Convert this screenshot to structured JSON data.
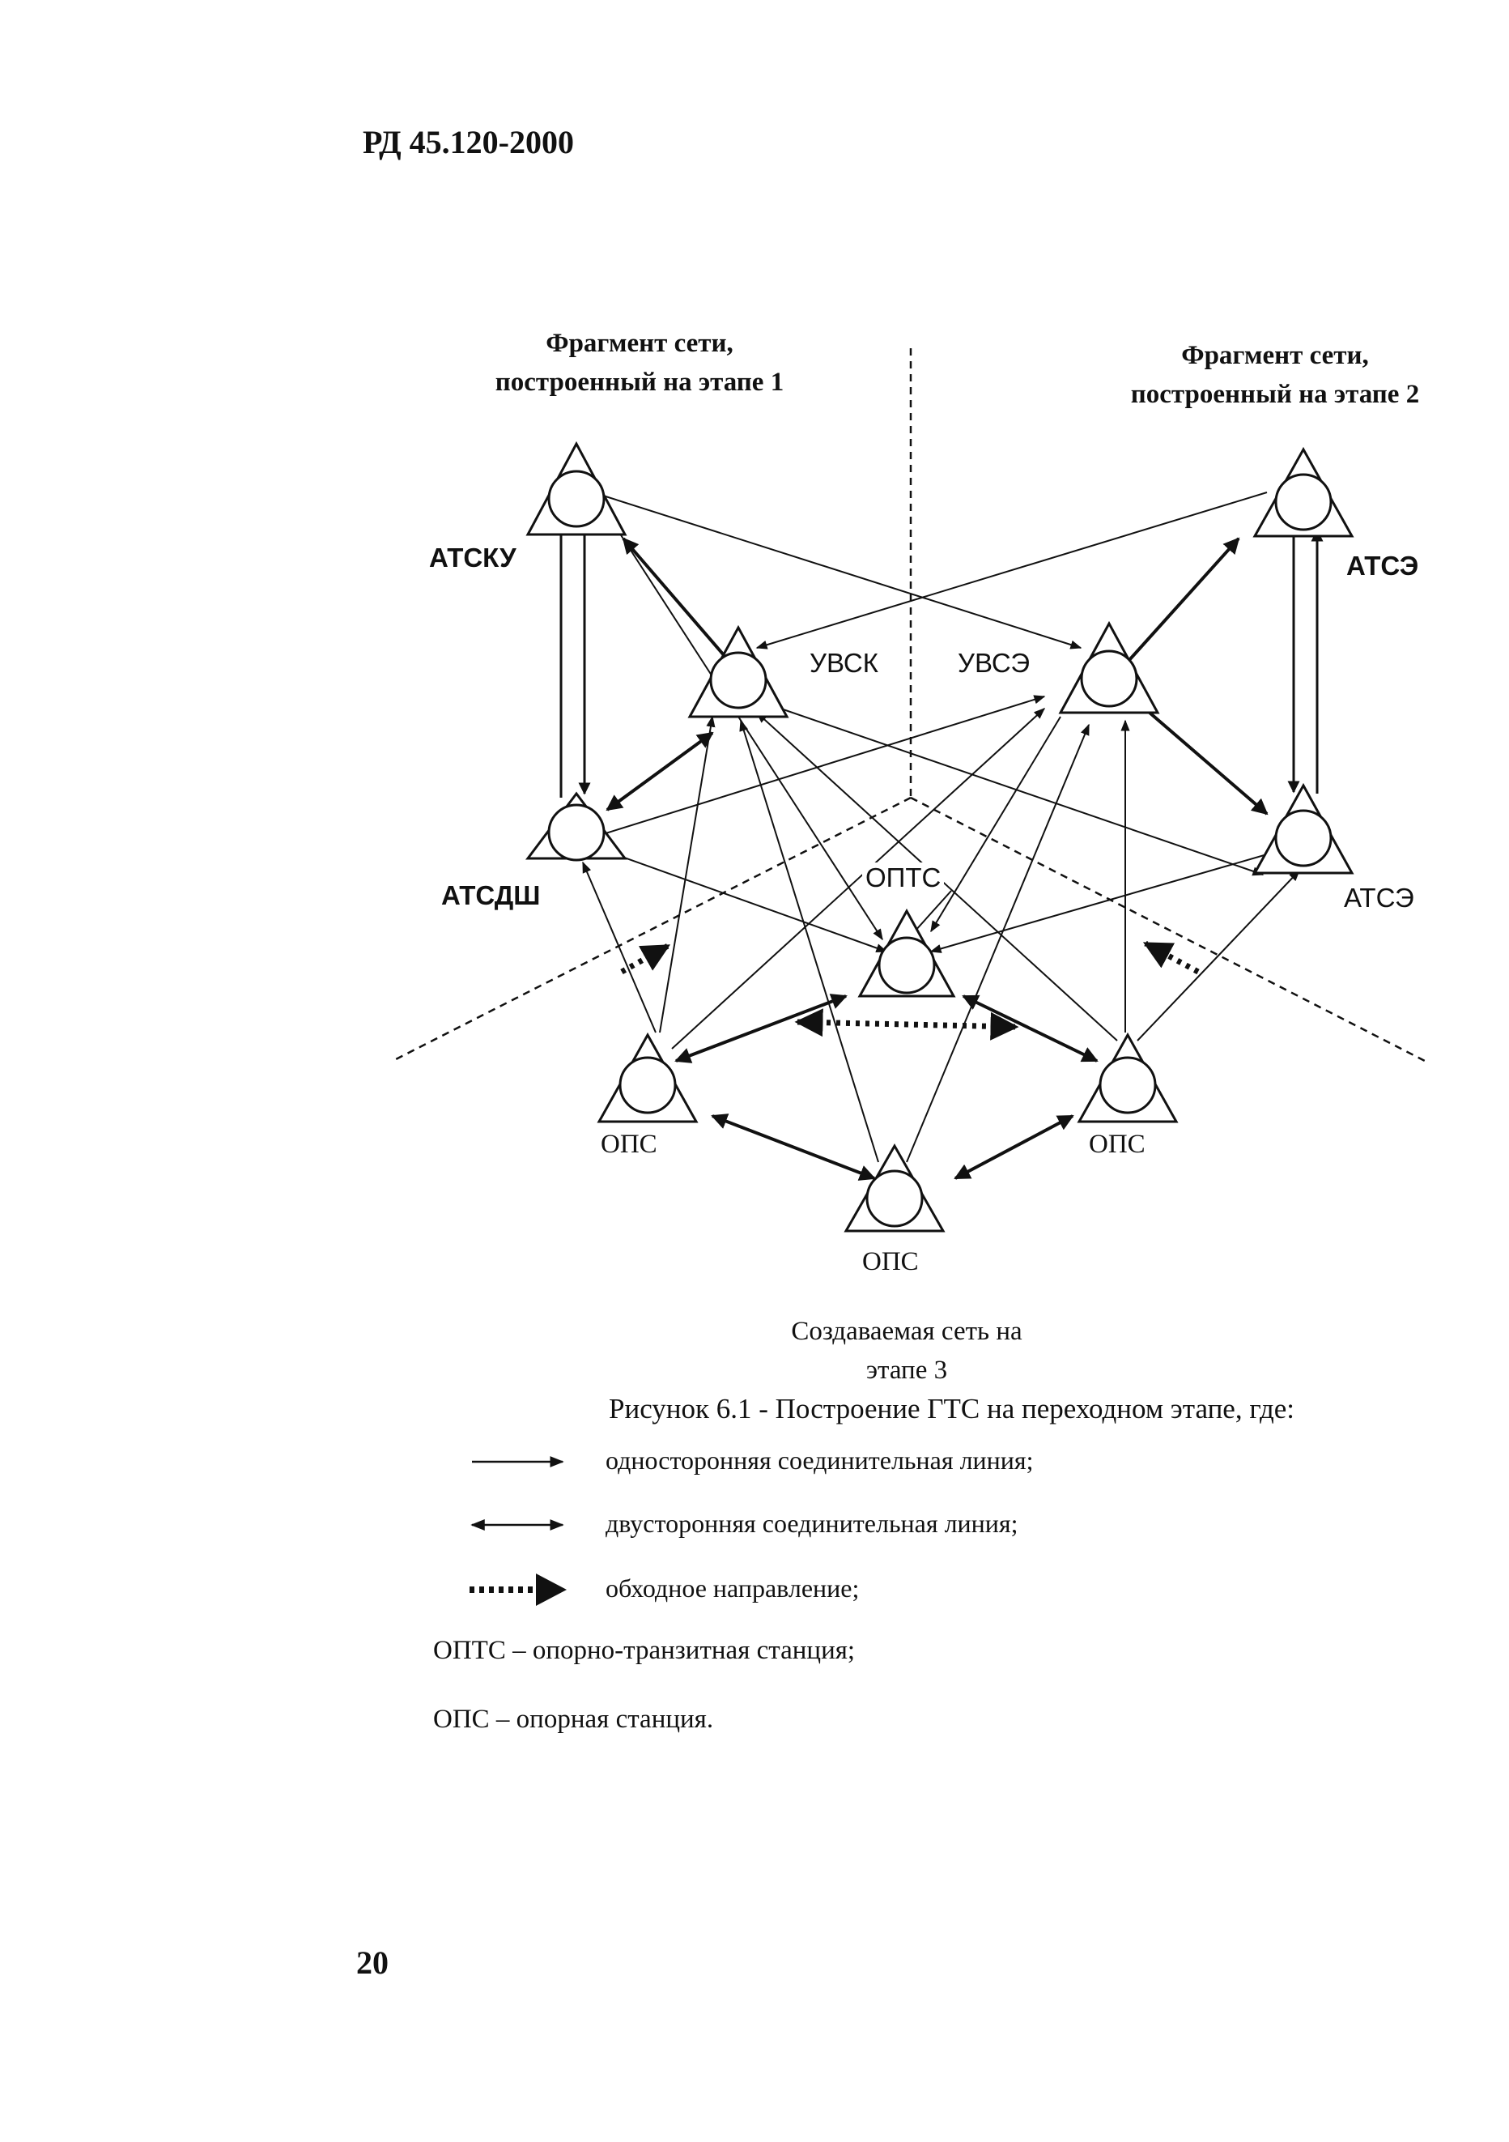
{
  "header": {
    "doc_id": "РД 45.120-2000"
  },
  "fragments": {
    "stage1": {
      "line1": "Фрагмент сети,",
      "line2": "построенный на этапе 1"
    },
    "stage2": {
      "line1": "Фрагмент сети,",
      "line2": "построенный на этапе 2"
    }
  },
  "nodes": {
    "atsku": "АТСКУ",
    "uvsk": "УВСК",
    "uvse": "УВСЭ",
    "atse_top": "АТСЭ",
    "atsdsh": "АТСДШ",
    "atse_right": "АТСЭ",
    "opts": "ОПТС",
    "ops_left": "ОПС",
    "ops_right": "ОПС",
    "ops_bottom": "ОПС"
  },
  "caption_new_net": {
    "line1": "Создаваемая сеть на",
    "line2": "этапе 3"
  },
  "figure_caption": {
    "plain": "Рисунок 6.1 - Построение ГТС на переходном этапе, где:"
  },
  "legend": [
    {
      "symbol": "one-way-arrow",
      "text": "односторонняя соединительная линия;"
    },
    {
      "symbol": "two-way-arrow",
      "text": "двусторонняя соединительная линия;"
    },
    {
      "symbol": "dotted-bypass-arrow",
      "text": "обходное направление;"
    }
  ],
  "notes": [
    "ОПТС – опорно-транзитная станция;",
    "ОПС – опорная станция."
  ],
  "page_number": "20",
  "colors": {
    "ink": "#111111",
    "background": "#ffffff"
  }
}
